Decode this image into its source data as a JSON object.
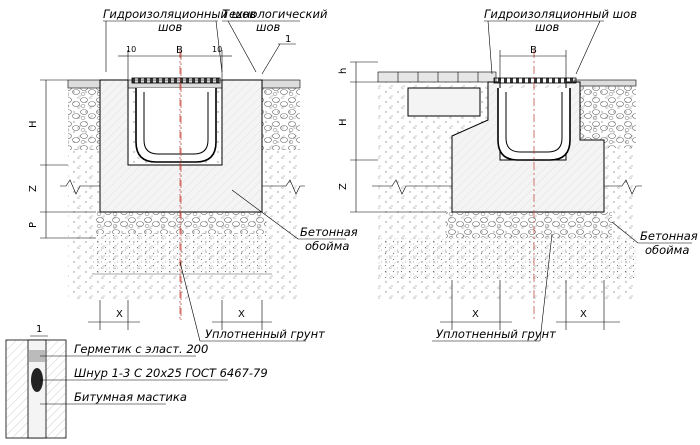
{
  "left_view": {
    "label_waterproof_seam": "Гидроизоляционный шов",
    "label_tech_seam_line1": "Технологический",
    "label_tech_seam_line2": "шов",
    "callout_number": "1",
    "dim_gap_left": "10",
    "dim_gap_right": "10",
    "dim_width": "B",
    "dim_height": "H",
    "dim_z": "Z",
    "dim_p": "P",
    "dim_x_left": "X",
    "dim_x_right": "X",
    "label_concrete_line1": "Бетонная",
    "label_concrete_line2": "обойма",
    "label_soil": "Уплотненный грунт"
  },
  "right_view": {
    "label_waterproof_seam": "Гидроизоляционный шов",
    "dim_width": "B",
    "dim_h_small": "h",
    "dim_height": "H",
    "dim_z": "Z",
    "dim_x_left": "X",
    "dim_x_right": "X",
    "label_concrete_line1": "Бетонная",
    "label_concrete_line2": "обойма",
    "label_soil": "Уплотненный грунт"
  },
  "detail": {
    "number": "1",
    "label_sealant": "Герметик с эласт. 200",
    "label_cord": "Шнур 1-3 С 20х25 ГОСТ 6467-79",
    "label_mastic": "Битумная мастика"
  },
  "colors": {
    "line": "#000000",
    "axis": "#c0392b",
    "concrete_fill": "#f2f2f2",
    "gravel_fill": "#e6e6e6",
    "cord_fill": "#222222"
  }
}
